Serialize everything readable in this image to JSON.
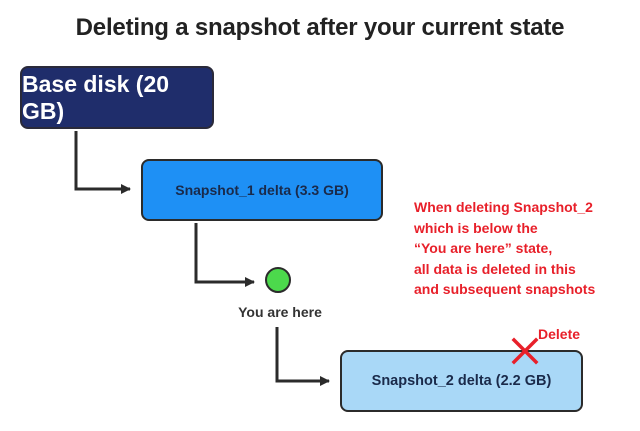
{
  "title": "Deleting a snapshot after your current state",
  "nodes": {
    "base_disk": {
      "label": "Base disk (20 GB)",
      "color": "#1f2d6b"
    },
    "snapshot_1": {
      "label": "Snapshot_1 delta (3.3 GB)",
      "color": "#1e90f5"
    },
    "current_state": {
      "label": "You are here",
      "color": "#4cd94c"
    },
    "snapshot_2": {
      "label": "Snapshot_2 delta (2.2 GB)",
      "color": "#a9d8f7"
    }
  },
  "delete_marker": {
    "label": "Delete",
    "icon": "x-mark-icon",
    "color": "#e8202a"
  },
  "note": {
    "lines": [
      "When deleting Snapshot_2",
      "which is below the",
      "“You are here” state,",
      "all data is deleted in this",
      "and subsequent snapshots"
    ],
    "color": "#e8202a"
  }
}
